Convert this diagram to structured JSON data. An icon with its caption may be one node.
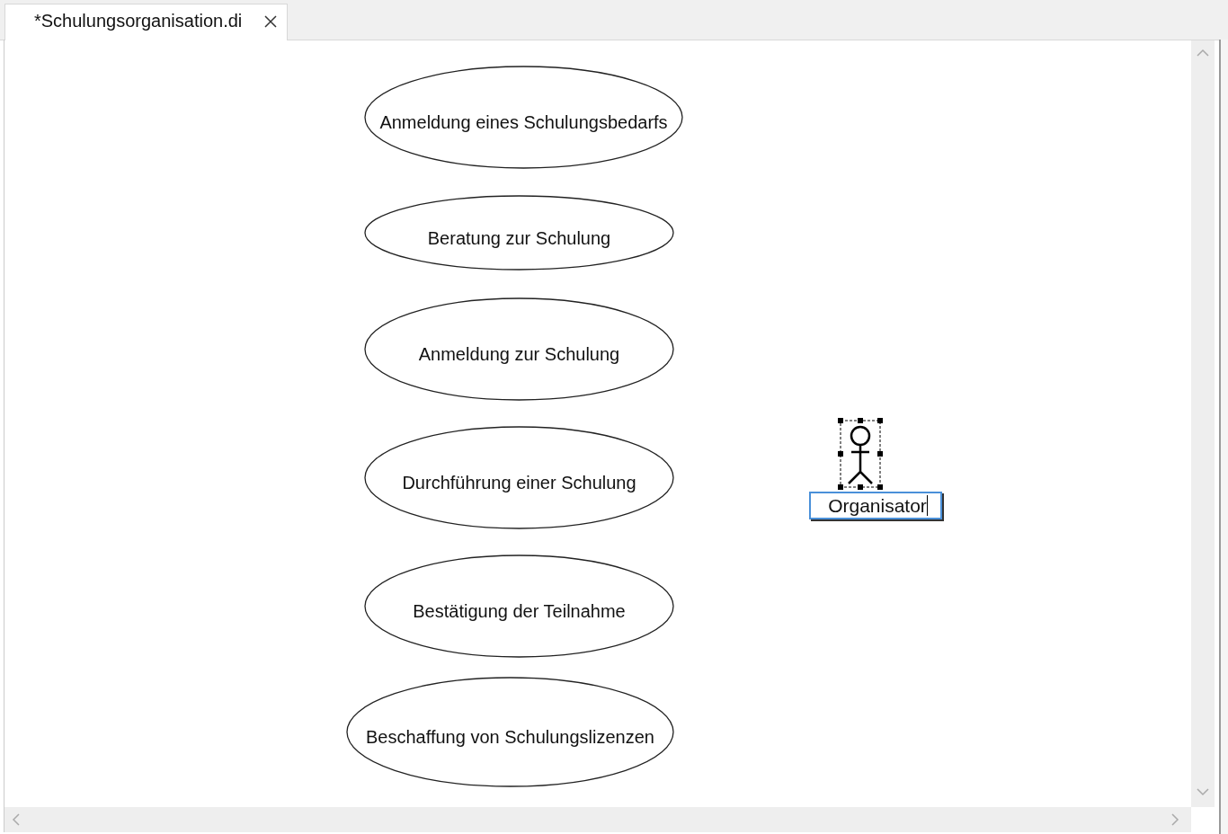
{
  "diagram": {
    "nodes": [
      {
        "text": [
          "Anmeldung eines Schulungsbedarfs"
        ]
      },
      {
        "text": [
          "Beratung zur Schulung"
        ]
      },
      {
        "text": [
          "Anmeldung zur Schulung"
        ]
      },
      {
        "text": [
          "Durchführung einer Schulung"
        ]
      },
      {
        "text": [
          "Bestätigung der Teilnahme"
        ]
      },
      {
        "text": [
          "Beschaffung von Schulungslizenzen"
        ]
      },
      {
        "text": [
          "Organisator"
        ]
      }
    ],
    "edges": [],
    "labels": [
      "*Schulungsorganisation.di"
    ]
  }
}
